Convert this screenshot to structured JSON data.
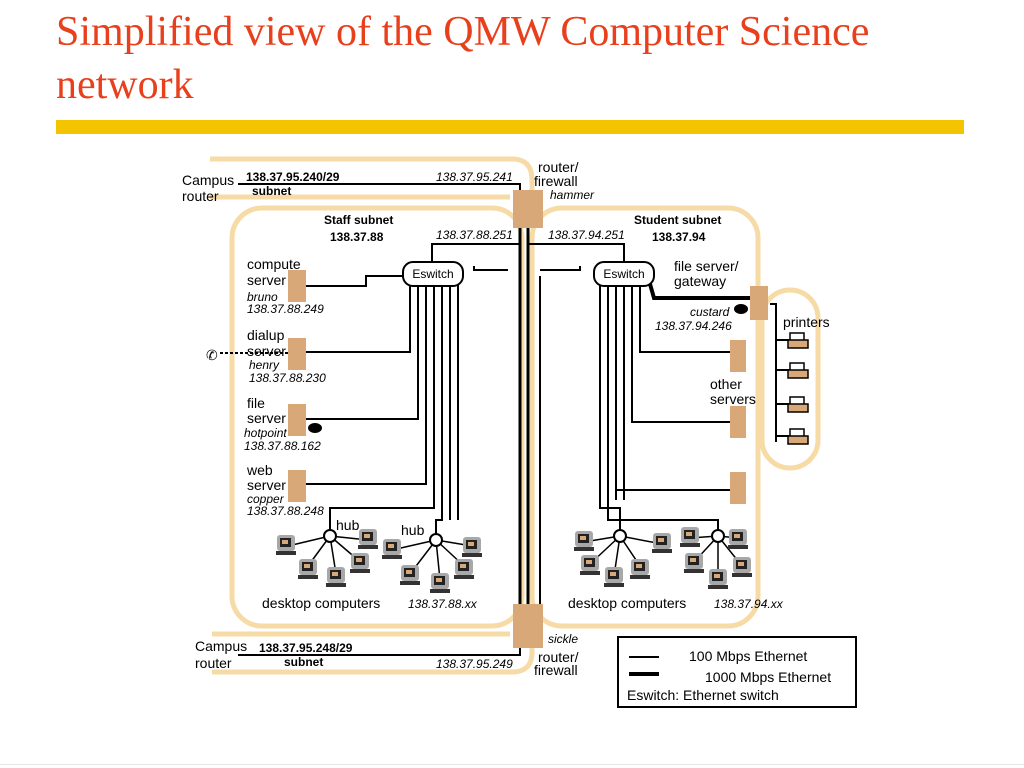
{
  "title": "Simplified view of the QMW Computer Science network",
  "top": {
    "campus_router": [
      "Campus",
      "router"
    ],
    "subnet_addr": "138.37.95.240/29",
    "subnet_label": "subnet",
    "router_addr": "138.37.95.241",
    "router_label": [
      "router/",
      "firewall"
    ],
    "router_name": "hammer"
  },
  "staff": {
    "subnet_label": "Staff subnet",
    "subnet_addr": "138.37.88",
    "router_addr": "138.37.88.251",
    "eswitch": "Eswitch",
    "servers": [
      {
        "type": [
          "compute",
          "server"
        ],
        "name": "bruno",
        "addr": "138.37.88.249"
      },
      {
        "type": [
          "dialup",
          "server"
        ],
        "name": "henry",
        "addr": "138.37.88.230"
      },
      {
        "type": [
          "file",
          "server"
        ],
        "name": "hotpoint",
        "addr": "138.37.88.162"
      },
      {
        "type": [
          "web",
          "server"
        ],
        "name": "copper",
        "addr": "138.37.88.248"
      }
    ],
    "hub1": "hub",
    "hub2": "hub",
    "desktop_label": "desktop computers",
    "desktop_addr": "138.37.88.xx"
  },
  "student": {
    "subnet_label": "Student subnet",
    "subnet_addr": "138.37.94",
    "router_addr": "138.37.94.251",
    "eswitch": "Eswitch",
    "gateway_label": [
      "file server/",
      "gateway"
    ],
    "gateway_name": "custard",
    "gateway_addr": "138.37.94.246",
    "other_servers": [
      "other",
      "servers"
    ],
    "printers": "printers",
    "desktop_label": "desktop computers",
    "desktop_addr": "138.37.94.xx"
  },
  "bottom": {
    "campus_router": [
      "Campus",
      "router"
    ],
    "subnet_addr": "138.37.95.248/29",
    "subnet_label": "subnet",
    "router_addr": "138.37.95.249",
    "router_label": [
      "router/",
      "firewall"
    ],
    "router_name": "sickle"
  },
  "legend": {
    "thin": "100 Mbps Ethernet",
    "thick": "1000 Mbps Ethernet",
    "eswitch": "Eswitch:  Ethernet switch"
  },
  "colors": {
    "title": "#e8401c",
    "rule": "#f5c400",
    "subnet_outline": "#f7dba6",
    "device_fill": "#d9a878"
  }
}
